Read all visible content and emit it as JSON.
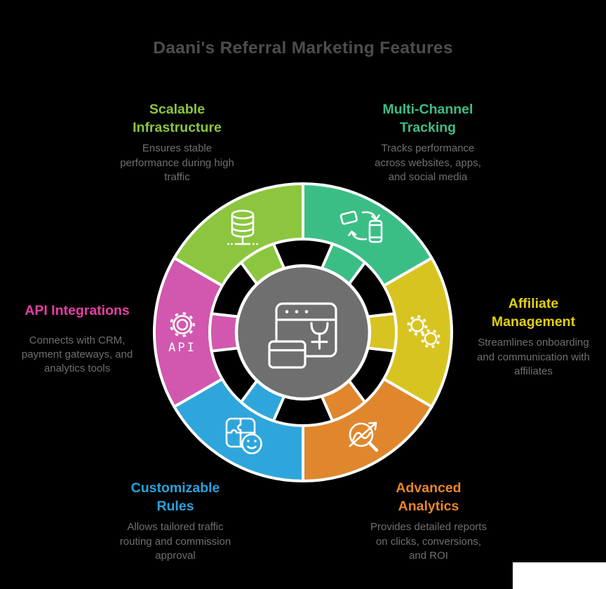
{
  "title": "Daani's Referral Marketing Features",
  "colors": {
    "background": "#000000",
    "hub": "#6F6F6F",
    "stroke": "#FFFFFF",
    "title_text": "#4D4D4D",
    "desc_text": "#6F6F6F",
    "watermark_box": "#FFFFFF"
  },
  "center": {
    "icon": "browser-payment-icon"
  },
  "api_icon_label": "API",
  "features": [
    {
      "id": "scalable-infrastructure",
      "position": "top-left",
      "title": "Scalable Infrastructure",
      "description": "Ensures stable performance during high traffic",
      "segment_color": "#8CC63F",
      "text_color": "#8CC63F",
      "icon": "database-icon"
    },
    {
      "id": "multi-channel-tracking",
      "position": "top-right",
      "title": "Multi-Channel Tracking",
      "description": "Tracks performance across websites, apps, and social media",
      "segment_color": "#3BBE86",
      "text_color": "#3DBE87",
      "icon": "device-sync-icon"
    },
    {
      "id": "affiliate-management",
      "position": "right",
      "title": "Affiliate Management",
      "description": "Streamlines onboarding and communication with affiliates",
      "segment_color": "#D8C421",
      "text_color": "#E3CF0E",
      "icon": "collaboration-gears-icon"
    },
    {
      "id": "advanced-analytics",
      "position": "bottom-right",
      "title": "Advanced Analytics",
      "description": "Provides detailed reports on clicks, conversions, and ROI",
      "segment_color": "#E0872E",
      "text_color": "#E8862A",
      "icon": "analytics-magnifier-icon"
    },
    {
      "id": "customizable-rules",
      "position": "bottom-left",
      "title": "Customizable Rules",
      "description": "Allows tailored traffic routing and commission approval",
      "segment_color": "#2FA6DB",
      "text_color": "#2AA2DC",
      "icon": "puzzle-smiley-icon"
    },
    {
      "id": "api-integrations",
      "position": "left",
      "title": "API Integrations",
      "description": "Connects with CRM, payment gateways, and analytics tools",
      "segment_color": "#D158AE",
      "text_color": "#E53FA3",
      "icon": "api-gear-icon"
    }
  ]
}
